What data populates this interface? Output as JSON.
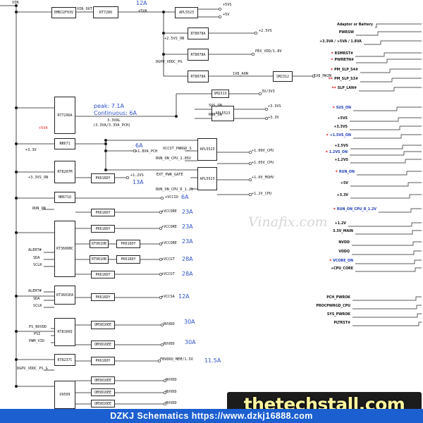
{
  "bus": {
    "vin": "VIN"
  },
  "blocks": [
    {
      "label": "EMBJ2F03V"
    },
    {
      "label": "RT7280"
    },
    {
      "label": "APL5523"
    },
    {
      "label": "RT8078A"
    },
    {
      "label": "RT8078A"
    },
    {
      "label": "RT8078A"
    },
    {
      "label": "SM2312"
    },
    {
      "label": "SM2313"
    },
    {
      "label": "APL5523"
    },
    {
      "label": "RT7296A"
    },
    {
      "label": "NB671"
    },
    {
      "label": "APL5523"
    },
    {
      "label": "RT8207M"
    },
    {
      "label": "PK616DY"
    },
    {
      "label": "APL5523"
    },
    {
      "label": "NB671Q"
    },
    {
      "label": "RT3606BC"
    },
    {
      "label": "PK616DY"
    },
    {
      "label": "PK616DY"
    },
    {
      "label": "RT9610B"
    },
    {
      "label": "PK616DY"
    },
    {
      "label": "RT9610B"
    },
    {
      "label": "PK616DY"
    },
    {
      "label": "PK616DY"
    },
    {
      "label": "RT3601EA"
    },
    {
      "label": "PK616DY"
    },
    {
      "label": "RT8166Q"
    },
    {
      "label": "QM3816EE"
    },
    {
      "label": "QM3816EE"
    },
    {
      "label": "RT8237C"
    },
    {
      "label": "PK616DY"
    },
    {
      "label": "U9509"
    },
    {
      "label": "QM3816EE"
    },
    {
      "label": "QM3816EE"
    },
    {
      "label": "QM3816EE"
    }
  ],
  "nets": [
    {
      "label": "VIN_OUT"
    },
    {
      "label": "+5VA"
    },
    {
      "label": "+5VS"
    },
    {
      "label": "+5V"
    },
    {
      "label": "+2.5VS_ON"
    },
    {
      "label": "+2.5VS"
    },
    {
      "label": "DGPU_VDDC_PG"
    },
    {
      "label": "PEX_VDD/1.8V"
    },
    {
      "label": "1V8_AON"
    },
    {
      "label": "1V8_MAIN"
    },
    {
      "label": "3V/3V3"
    },
    {
      "label": "SUS_ON"
    },
    {
      "label": "RUN_ON"
    },
    {
      "label": "+3.3VS"
    },
    {
      "label": "+3.3V"
    },
    {
      "label": "+5VA",
      "color": "#e02020"
    },
    {
      "label": "+3.3V"
    },
    {
      "label": "+1.8VA_PCH"
    },
    {
      "label": "VCCST_PWRGD_S"
    },
    {
      "label": "RUN_ON_CPU_1.05V"
    },
    {
      "label": "+1.00V_CPU"
    },
    {
      "label": "+1.05V_CPU"
    },
    {
      "label": "+3.3VS_ON"
    },
    {
      "label": "+1.2VS"
    },
    {
      "label": "EXT_PWR_GATE"
    },
    {
      "label": "RUN_ON_CPU_R_1.2V"
    },
    {
      "label": "+1.0V_MSHV"
    },
    {
      "label": "+1.2V_CPU"
    },
    {
      "label": "+VCCIO"
    },
    {
      "label": "RUN_ON"
    },
    {
      "label": "+VCCORE"
    },
    {
      "label": "+VCCORE"
    },
    {
      "label": "+VCCORE"
    },
    {
      "label": "+VCCGT"
    },
    {
      "label": "+VCCGT"
    },
    {
      "label": "ALERT#"
    },
    {
      "label": "SDA"
    },
    {
      "label": "SCLK"
    },
    {
      "label": "ALERT#"
    },
    {
      "label": "SDA"
    },
    {
      "label": "SCLK"
    },
    {
      "label": "+VCCSA"
    },
    {
      "label": "PS_NVVDD"
    },
    {
      "label": "PSI"
    },
    {
      "label": "PWM_VID"
    },
    {
      "label": "NVVDD"
    },
    {
      "label": "NVVDD"
    },
    {
      "label": "DGPU_VDDC_PS_G"
    },
    {
      "label": "FBVDDQ_MEM/1.5V"
    },
    {
      "label": "NVVDD"
    },
    {
      "label": "NVVDD"
    },
    {
      "label": "NVVDD"
    }
  ],
  "currents": [
    {
      "label": "12A"
    },
    {
      "label": "6A"
    },
    {
      "label": "13A"
    },
    {
      "label": "6A"
    },
    {
      "label": "23A"
    },
    {
      "label": "23A"
    },
    {
      "label": "23A"
    },
    {
      "label": "28A"
    },
    {
      "label": "28A"
    },
    {
      "label": "12A"
    },
    {
      "label": "30A"
    },
    {
      "label": "30A"
    },
    {
      "label": "11.5A"
    }
  ],
  "notes": {
    "peak": "peak: 7.1A",
    "continuous": "Continuous: 6A",
    "rail": "3.3VAL",
    "rail_detail": "(3.3VA/3.3VA_PCH)"
  },
  "timing": {
    "signals": [
      {
        "label": "Adaptor or Battery",
        "mark": "",
        "color": "#111111"
      },
      {
        "label": "PWRSW",
        "mark": "",
        "color": "#111111"
      },
      {
        "label": "+3.3VA / +5VA / 1.8VA",
        "mark": "",
        "color": "#111111"
      },
      {
        "label": "RSMRST#",
        "mark": "*",
        "color": "#111111"
      },
      {
        "label": "PWRBTN#",
        "mark": "*",
        "color": "#111111"
      },
      {
        "label": "PM_SLP_S4#",
        "mark": "*",
        "color": "#111111"
      },
      {
        "label": "PM_SLP_S3#",
        "mark": "**",
        "color": "#111111"
      },
      {
        "label": "SLP_LAN#",
        "mark": "**",
        "color": "#111111"
      },
      {
        "label": "SUS_ON",
        "mark": "*",
        "color": "#2040b8"
      },
      {
        "label": "+5VS",
        "mark": "",
        "color": "#111111"
      },
      {
        "label": "+3.3VS",
        "mark": "",
        "color": "#111111"
      },
      {
        "label": "+1.5VS_ON",
        "mark": "*",
        "color": "#2040b8"
      },
      {
        "label": "+2.5VS",
        "mark": "",
        "color": "#111111"
      },
      {
        "label": "1.2VS_ON",
        "mark": "*",
        "color": "#2040b8"
      },
      {
        "label": "+1.2VS",
        "mark": "",
        "color": "#111111"
      },
      {
        "label": "RUN_ON",
        "mark": "*",
        "color": "#2040b8"
      },
      {
        "label": "+5V",
        "mark": "",
        "color": "#111111"
      },
      {
        "label": "+3.3V",
        "mark": "",
        "color": "#111111"
      },
      {
        "label": "RUN_ON_CPU_R_1.2V",
        "mark": "*",
        "color": "#2040b8"
      },
      {
        "label": "+1.2V",
        "mark": "",
        "color": "#111111"
      },
      {
        "label": "3.3V_MAIN",
        "mark": "",
        "color": "#111111"
      },
      {
        "label": "NVDD",
        "mark": "",
        "color": "#111111"
      },
      {
        "label": "VDDQ",
        "mark": "",
        "color": "#111111"
      },
      {
        "label": "VCORE_ON",
        "mark": "*",
        "color": "#2040b8"
      },
      {
        "label": "+CPU_CORE",
        "mark": "",
        "color": "#111111"
      },
      {
        "label": "PCH_PWROK",
        "mark": "",
        "color": "#111111"
      },
      {
        "label": "PROCPWRGD_CPU",
        "mark": "",
        "color": "#111111"
      },
      {
        "label": "SYS_PWROK",
        "mark": "",
        "color": "#111111"
      },
      {
        "label": "PLTRST#",
        "mark": "",
        "color": "#111111"
      }
    ]
  },
  "watermarks": {
    "center": "Vinafix.com",
    "brand": "thetechstall.com"
  },
  "banner": {
    "text": "DZKJ Schematics https://www.dzkj16888.com"
  },
  "colors": {
    "wire": "#1a1a1a",
    "current": "#2b50c8",
    "mark": "#e02020",
    "waveform": "#222222"
  }
}
